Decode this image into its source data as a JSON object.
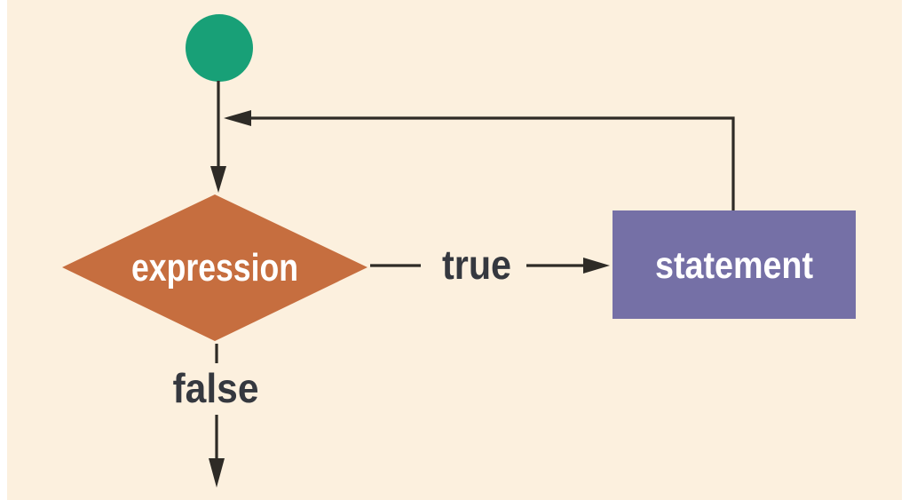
{
  "diagram": {
    "type": "flowchart",
    "background_color": "#FCF0DE",
    "line_color": "#2E2B26",
    "edge_label_color": "#35383F",
    "nodes": {
      "start": {
        "shape": "circle",
        "fill": "#18A077"
      },
      "expression": {
        "shape": "diamond",
        "label": "expression",
        "fill": "#C66E3F",
        "label_color": "#FFFFFF"
      },
      "statement": {
        "shape": "rectangle",
        "label": "statement",
        "fill": "#7570A6",
        "label_color": "#FFFFFF"
      }
    },
    "edges": {
      "true_branch": {
        "label": "true"
      },
      "false_branch": {
        "label": "false"
      },
      "loop_back": {
        "label": ""
      }
    }
  }
}
